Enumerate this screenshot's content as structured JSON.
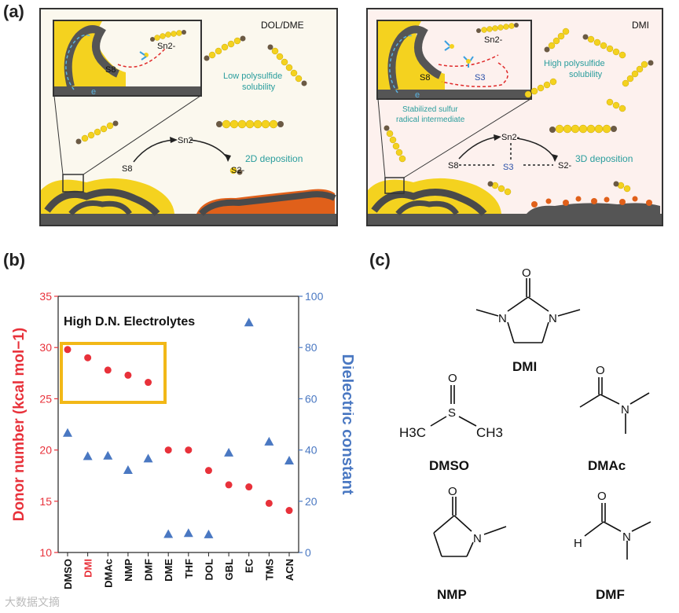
{
  "panel_a": {
    "label": "(a)",
    "left": {
      "title": "DOL/DME",
      "inset_s8": "S8",
      "inset_sn": "Sn2-",
      "inset_e": "e",
      "solubility_line1": "Low polysulfide",
      "solubility_line2": "solubility",
      "path_s8": "S8",
      "path_sn": "Sn2-",
      "path_s2": "S2-",
      "deposition": "2D deposition"
    },
    "right": {
      "title": "DMI",
      "inset_s8": "S8",
      "inset_sn": "Sn2-",
      "inset_s3": "S3",
      "inset_e": "e",
      "solubility_line1": "High polysulfide",
      "solubility_line2": "solubility",
      "radical_line1": "Stabilized sulfur",
      "radical_line2": "radical intermediate",
      "path_s8": "S8",
      "path_sn": "Sn2-",
      "path_s3": "S3",
      "path_s2": "S2-",
      "deposition": "3D deposition"
    }
  },
  "panel_b": {
    "label": "(b)",
    "highlight_label": "High D.N. Electrolytes",
    "chart_data": {
      "type": "scatter",
      "categories": [
        "DMSO",
        "DMI",
        "DMAc",
        "NMP",
        "DMF",
        "DME",
        "THF",
        "DOL",
        "GBL",
        "EC",
        "TMS",
        "ACN"
      ],
      "highlight_category": "DMI",
      "series": [
        {
          "name": "Donor number",
          "marker": "circle",
          "color": "#e8313a",
          "axis": "left",
          "values": [
            29.8,
            29.0,
            27.8,
            27.3,
            26.6,
            20.0,
            20.0,
            18.0,
            16.6,
            16.4,
            14.8,
            14.1
          ]
        },
        {
          "name": "Dielectric constant",
          "marker": "triangle",
          "color": "#4a78c2",
          "axis": "right",
          "values": [
            46.7,
            37.6,
            37.8,
            32.2,
            36.7,
            7.2,
            7.6,
            7.1,
            39.0,
            89.8,
            43.3,
            35.9
          ]
        }
      ],
      "ylabel_left": "Donor number (kcal mol−1)",
      "ylabel_right": "Dielectric constant",
      "ylim_left": [
        10,
        35
      ],
      "ylim_right": [
        0,
        100
      ],
      "yticks_left": [
        "10",
        "15",
        "20",
        "25",
        "30",
        "35"
      ],
      "yticks_right": [
        "0",
        "20",
        "40",
        "60",
        "80",
        "100"
      ]
    }
  },
  "panel_c": {
    "label": "(c)",
    "molecules": {
      "dmi": {
        "name": "DMI",
        "o": "O",
        "n1": "N",
        "n2": "N"
      },
      "dmso": {
        "name": "DMSO",
        "s": "S",
        "o": "O",
        "h3c": "H3C",
        "ch3": "CH3"
      },
      "dmac": {
        "name": "DMAc",
        "o": "O",
        "n": "N"
      },
      "nmp": {
        "name": "NMP",
        "o": "O",
        "n": "N"
      },
      "dmf": {
        "name": "DMF",
        "o": "O",
        "n": "N",
        "h": "H"
      }
    }
  },
  "watermark": "大数据文摘"
}
